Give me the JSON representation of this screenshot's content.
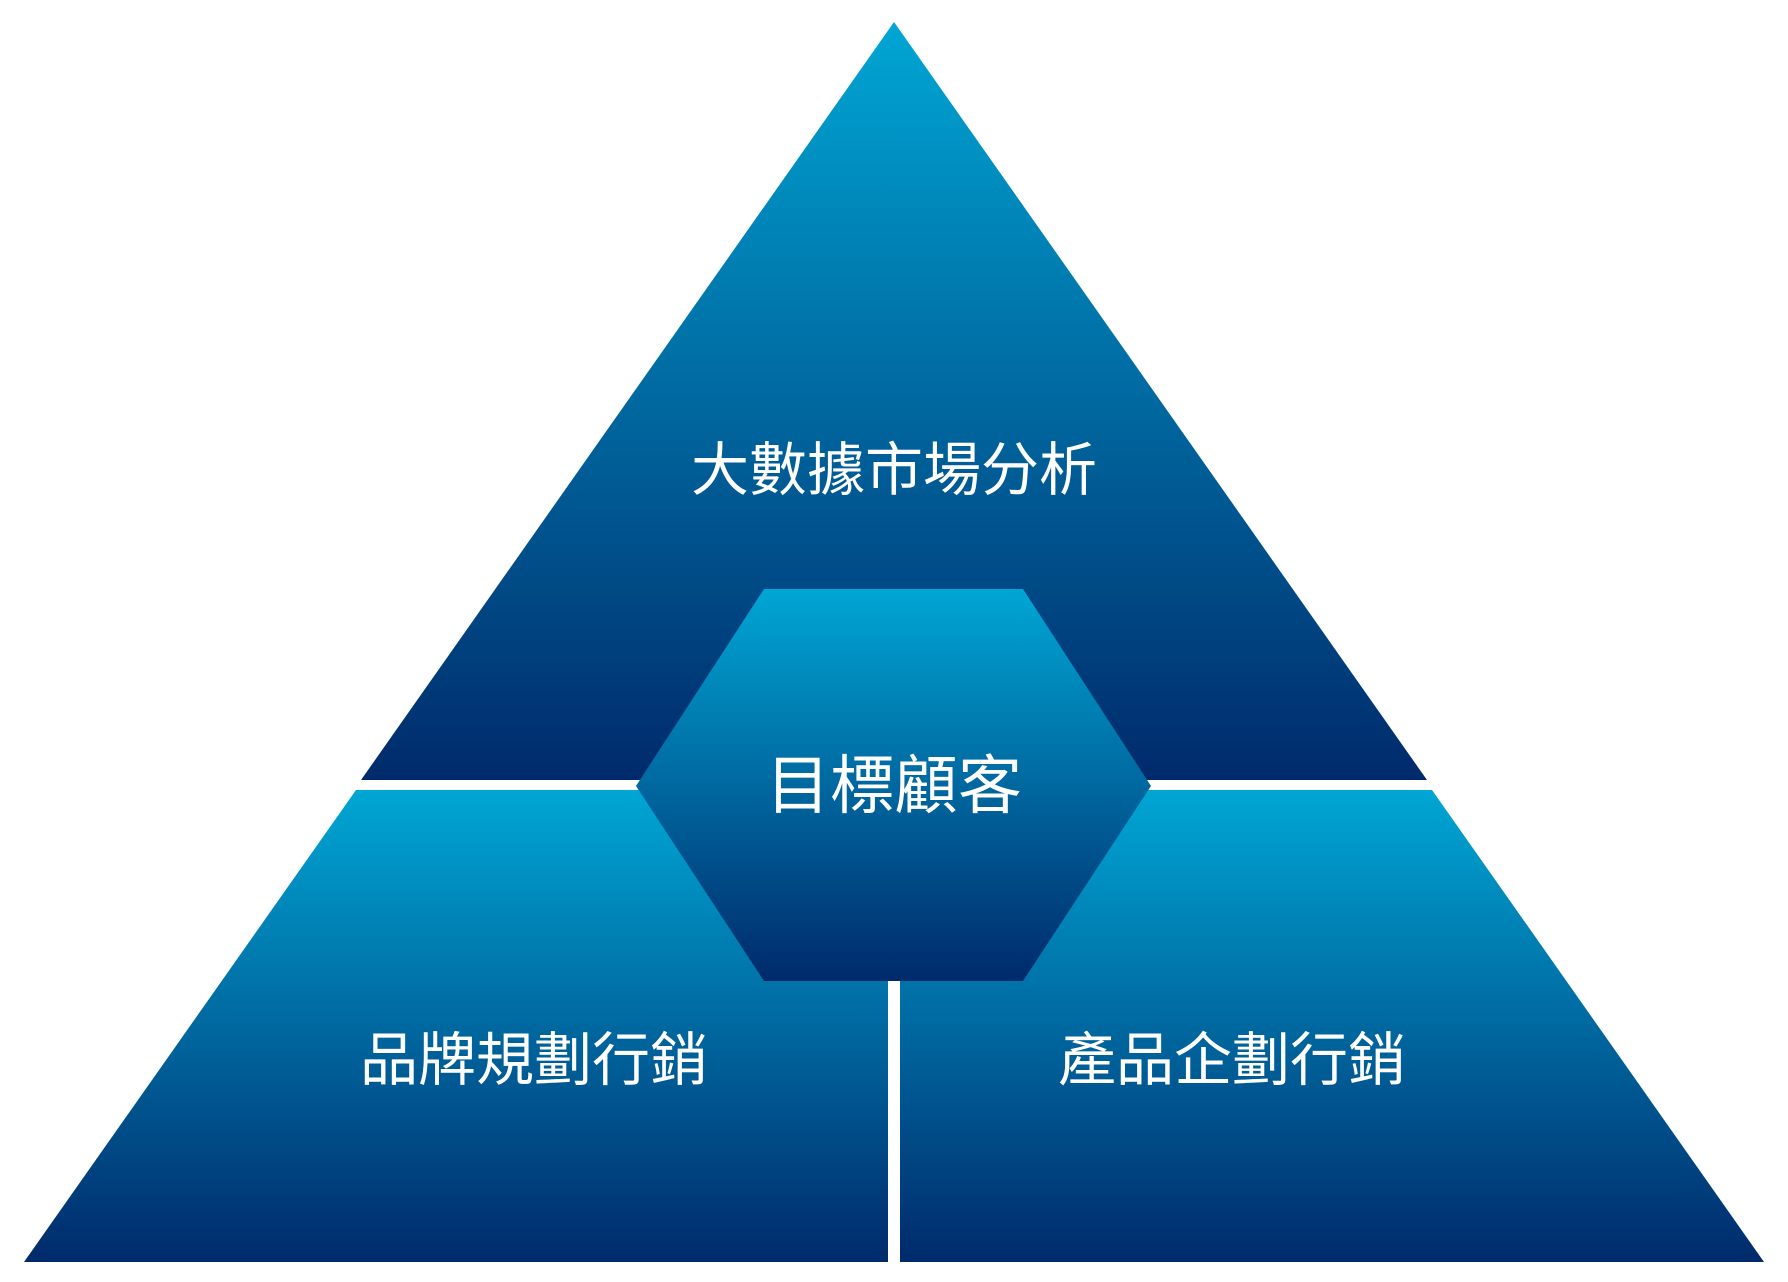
{
  "colors": {
    "gradient_top": "#00a6d4",
    "gradient_bottom": "#002a6b",
    "background": "#ffffff",
    "text": "#ffffff"
  },
  "segments": {
    "top": "大數據市場分析",
    "bottom_left": "品牌規劃行銷",
    "bottom_right": "產品企劃行銷"
  },
  "center": {
    "label": "目標顧客"
  }
}
